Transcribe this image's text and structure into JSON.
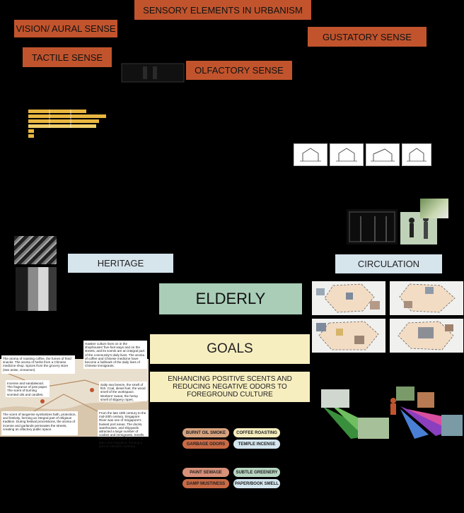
{
  "title": "SENSORY ELEMENTS IN URBANISM",
  "senses": {
    "vision": "VISION/ AURAL SENSE",
    "tactile": "TACTILE SENSE",
    "olfactory": "OLFACTORY SENSE",
    "gustatory": "GUSTATORY SENSE"
  },
  "categories": {
    "heritage": "HERITAGE",
    "circulation": "CIRCULATION",
    "elderly": "ELDERLY"
  },
  "goals": {
    "label": "GOALS",
    "statement": "ENHANCING POSITIVE SCENTS AND REDUCING NEGATIVE ODORS TO FOREGROUND CULTURE"
  },
  "scents": {
    "row1": [
      "BURNT OIL SMOKE",
      "COFFEE ROASTING"
    ],
    "row2": [
      "GARBAGE ODORS",
      "TEMPLE INCENSE"
    ],
    "row3": [
      "PAINT SEWAGE",
      "SUBTLE GREENERY"
    ],
    "row4": [
      "DAMP MUSTINESS",
      "PAPER/BOOK SMELL"
    ]
  },
  "map_notes": {
    "n1": "The aroma of roasting coffee, the fumes of fried snacks. The aroma of herbs from a Chinese medicine shop. Spices from the grocery store (star anise, cinnamon)",
    "n2": "Hawker culture lives on in the shophouses' five-foot ways and on the streets, and its scents are an integral part of the community's daily lives. The aroma of coffee and Chinese medicine have become a hallmark of the daily lives of Chinese immigrants.",
    "n3": "Incense and sandalwood. The fragrance of joss paper. The scent of burning scented oils and candles.",
    "n4": "Salty sea breeze, the smell of fish. Coal, diesel fuel, the wood smell of the workspace. Workers' sweat, the hemp smell of slippery ropes.",
    "n5": "The scent of tangerine symbolizes faith, protection, and festivity, forming an integral part of religious tradition. During festival processions, the aroma of incense and garlands permeates the streets, creating an olfactory public space.",
    "n6": "From the late 19th century to the mid-20th century, Singapore River was one of Singapore's busiest port areas. The docks, warehouses, and shipyards attracted a large number of coolies and immigrants. Smells became an invisible witness to labor and migration, forming a part of collective memory."
  },
  "colors": {
    "rust": "#c1542d",
    "blue": "#d6e4ec",
    "green": "#a9cdb7",
    "cream": "#f7eec0",
    "pill_tan": "#d8a37f",
    "pill_rust": "#c86a45",
    "pill_cream": "#f6edbe",
    "pill_blue": "#d4e5ee",
    "pill_rose": "#d9917a",
    "pill_sage": "#b8d7c2"
  }
}
